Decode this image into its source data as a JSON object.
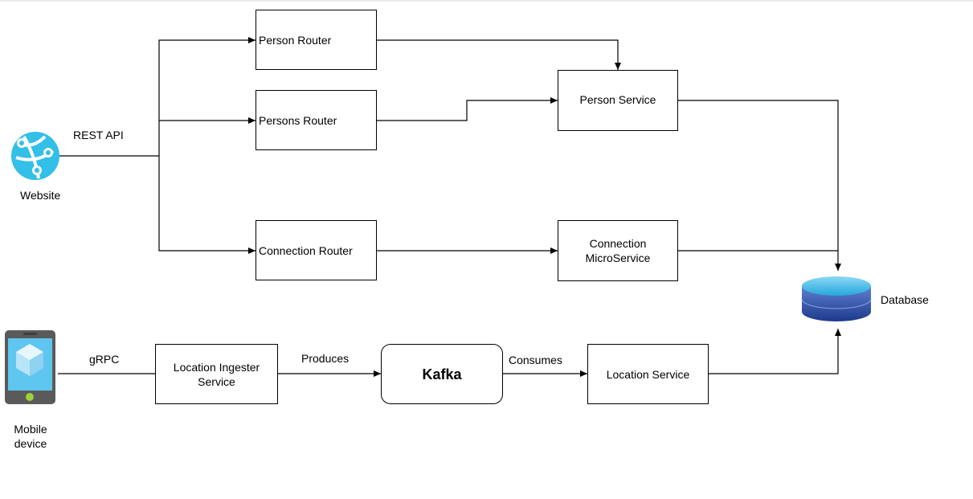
{
  "nodes": {
    "website": {
      "label": "Website",
      "icon": "globe-network-icon",
      "color": "#32bfe8"
    },
    "mobile": {
      "label": "Mobile\ndevice",
      "icon": "mobile-phone-icon"
    },
    "person_router": {
      "label": "Person Router"
    },
    "persons_router": {
      "label": "Persons Router"
    },
    "connection_router": {
      "label": "Connection Router"
    },
    "person_service": {
      "label": "Person Service"
    },
    "connection_microservice": {
      "label": "Connection\nMicroService"
    },
    "location_ingester": {
      "label": "Location Ingester\nService"
    },
    "kafka": {
      "label": "Kafka"
    },
    "location_service": {
      "label": "Location Service"
    },
    "database": {
      "label": "Database",
      "icon": "database-cylinder-icon",
      "color": "#2c4fa8"
    }
  },
  "edge_labels": {
    "rest_api": "REST API",
    "grpc": "gRPC",
    "produces": "Produces",
    "consumes": "Consumes"
  }
}
